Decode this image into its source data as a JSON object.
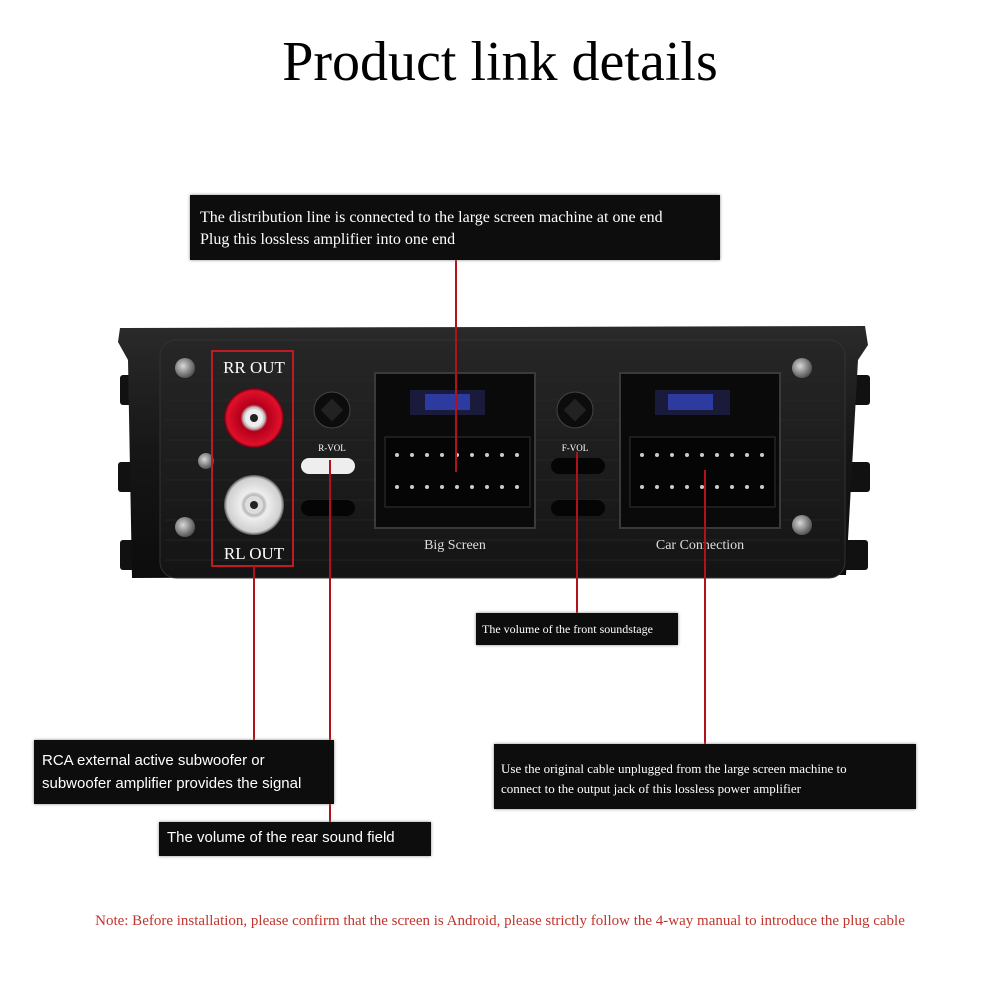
{
  "title": "Product link details",
  "device": {
    "rr_label": "RR OUT",
    "rl_label": "RL OUT",
    "rvol_label": "R-VOL",
    "fvol_label": "F-VOL",
    "big_screen_label": "Big Screen",
    "car_connection_label": "Car Connection"
  },
  "callouts": {
    "distribution": {
      "line1": "The distribution line is connected to the large screen machine at one end",
      "line2": "Plug this lossless amplifier into one end"
    },
    "front_volume": "The volume of the front soundstage",
    "rca": {
      "line1": "RCA external active subwoofer or",
      "line2": "subwoofer amplifier provides the signal"
    },
    "rear_volume": "The volume of the rear sound field",
    "original_cable": {
      "line1": "Use the original cable unplugged from the large screen machine to",
      "line2": "connect to the output jack of this lossless power amplifier"
    }
  },
  "note": "Note: Before installation, please confirm that the screen is Android, please strictly follow the 4-way manual to introduce the plug cable"
}
